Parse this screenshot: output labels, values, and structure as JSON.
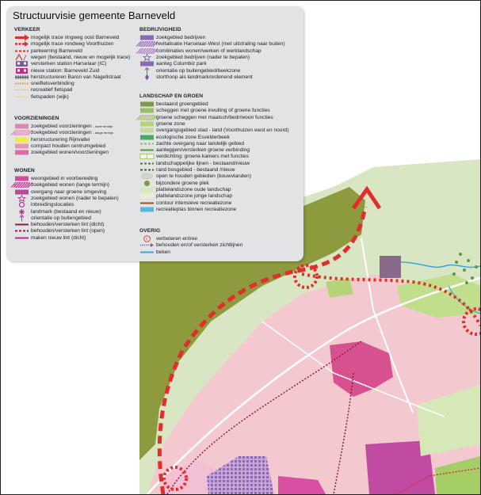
{
  "title": "Structuurvisie gemeente Barneveld",
  "sections": [
    {
      "heading": "VERKEER",
      "items": [
        {
          "label": "mogelijk trace ringweg oost Barneveld",
          "symbol": "arrow-red-icon",
          "color": "#e32d2a"
        },
        {
          "label": "mogelijk trace rondweg Voorthuizen",
          "symbol": "arrow-red-dashed-icon",
          "color": "#e32d2a"
        },
        {
          "label": "parkeerring Barneveld",
          "symbol": "dashed-line-red-icon",
          "color": "#e32d2a"
        },
        {
          "label": "wegen (bestaand, nieuw en mogelijk trace)",
          "symbol": "roads-icon",
          "color": "#c0312e"
        },
        {
          "label": "versterken station Harselaar (IC)",
          "symbol": "station-purple-icon",
          "color": "#7d5a9e"
        },
        {
          "label": "nieuw station: Barneveld Zuid",
          "symbol": "station-magenta-icon",
          "color": "#c2278c"
        },
        {
          "label": "herstructureren Baron van Nagellstraat",
          "symbol": "railway-icon",
          "color": "#555555"
        },
        {
          "label": "snelfietsverbinding",
          "symbol": "dotted-line-orange-icon",
          "color": "#f08a24"
        },
        {
          "label": "recreatief fietspad",
          "symbol": "dotted-line-orange-light-icon",
          "color": "#f5b02e"
        },
        {
          "label": "fietspaden (wijk)",
          "symbol": "dotted-line-orange-small-icon",
          "color": "#f6c75b"
        }
      ]
    },
    {
      "heading": "VOORZIENINGEN",
      "items": [
        {
          "label": "zoekgebied voorzieningen",
          "note": "- korte termijn",
          "symbol": "fill-swatch-icon",
          "color": "#d98ab4"
        },
        {
          "label": "zoekgebied voorzieningen",
          "note": "- lange termijn",
          "symbol": "hatch-swatch-icon",
          "color": "#d98ab4"
        },
        {
          "label": "herstructurering Rijnvallei",
          "symbol": "fill-swatch-icon",
          "color": "#f2ec3d"
        },
        {
          "label": "compact houden centrumgebied",
          "symbol": "fill-swatch-icon",
          "color": "#ea93b9"
        },
        {
          "label": "zoekgebied wonen/voorzieningen",
          "symbol": "fill-swatch-icon",
          "color": "#e06aa6"
        }
      ]
    },
    {
      "heading": "WONEN",
      "items": [
        {
          "label": "woongebied in voorbereiding",
          "symbol": "fill-swatch-icon",
          "color": "#d54aa0"
        },
        {
          "label": "zoekgebied wonen (lange termijn)",
          "symbol": "hatch-swatch-icon",
          "color": "#c2278c"
        },
        {
          "label": "overgang naar groene omgeving",
          "symbol": "fill-swatch-icon",
          "color": "#b04d93"
        },
        {
          "label": "zoekgebied wonen (nader te bepalen)",
          "symbol": "star-icon",
          "color": "#c2278c"
        },
        {
          "label": "inbreidingslocaties",
          "symbol": "circle-icon",
          "color": "#c2278c"
        },
        {
          "label": "landmark (bestaand en nieuw)",
          "symbol": "asterisk-icon",
          "color": "#c2278c"
        },
        {
          "label": "orientatie op buitengebied",
          "symbol": "arrow-up-icon",
          "color": "#c2278c"
        },
        {
          "label": "behouden/versterken lint (dicht)",
          "symbol": "line-dark-red-icon",
          "color": "#8b1f3d"
        },
        {
          "label": "behouden/versterken lint (open)",
          "symbol": "dashed-line-dark-red-icon",
          "color": "#8b1f3d"
        },
        {
          "label": "maken nieuw lint (dicht)",
          "symbol": "line-magenta-icon",
          "color": "#c2278c"
        }
      ]
    },
    {
      "heading": "BEDRIJVIGHEID",
      "items": [
        {
          "label": "zoekgebied bedrijven",
          "symbol": "fill-swatch-icon",
          "color": "#8c6ab2"
        },
        {
          "label": "revitalisatie Harselaar-West (met uitstraling naar buiten)",
          "symbol": "hatch-swatch-icon",
          "color": "#8c6ab2"
        },
        {
          "label": "combinaties wonen/werken of werklandschap",
          "symbol": "hatch-swatch-icon",
          "color": "#a878c6"
        },
        {
          "label": "zoekgebied bedrijven (nader te bepalen)",
          "symbol": "star-icon",
          "color": "#7d5a9e"
        },
        {
          "label": "aanleg Columbiz park",
          "symbol": "label-chip-icon",
          "color": "#8c6ab2"
        },
        {
          "label": "orientatie op buitengebied/beekzone",
          "symbol": "arrow-up-icon",
          "color": "#7d5a9e"
        },
        {
          "label": "storthoop als landmark/ordenend element",
          "symbol": "landmark-icon",
          "color": "#7d5a9e"
        }
      ]
    },
    {
      "heading": "LANDSCHAP EN GROEN",
      "items": [
        {
          "label": "bestaand groengebied",
          "symbol": "fill-swatch-icon",
          "color": "#7d9a4a"
        },
        {
          "label": "scheggen met groene invulling of groene functies",
          "symbol": "fill-swatch-icon",
          "color": "#9bbf5c"
        },
        {
          "label": "groene scheggen met maatsch/bedr/woon functies",
          "symbol": "hatch-swatch-icon",
          "color": "#9bbf5c"
        },
        {
          "label": "groene zone",
          "symbol": "fill-swatch-icon",
          "color": "#b7d37a"
        },
        {
          "label": "overgangsgebied stad - land (Voorthuizen west en noord)",
          "symbol": "fill-swatch-icon",
          "color": "#c5da96"
        },
        {
          "label": "ecologische zone Esvelderbeek",
          "symbol": "fill-swatch-icon",
          "color": "#3fae6a"
        },
        {
          "label": "zachte overgang naar landelijk gebied",
          "symbol": "dashed-line-green-icon",
          "color": "#8fc25a"
        },
        {
          "label": "aanleggen/versterken groene verbinding",
          "symbol": "line-green-icon",
          "color": "#5a9a3a"
        },
        {
          "label": "verdichting; groene kamers met functies",
          "symbol": "grid-swatch-icon",
          "color": "#9bbf5c"
        },
        {
          "label": "landschappelijke lijnen - bestaand/nieuw",
          "symbol": "dashed-line-dark-green-icon",
          "color": "#4f7a2e"
        },
        {
          "label": "rand bosgebied - bestaand /nieuw",
          "symbol": "dashed-line-dark-green-icon",
          "color": "#3d6324"
        },
        {
          "label": "open te houden gebieden (bouwvlanden)",
          "symbol": "ellipse-icon",
          "color": "#d6d6c8"
        },
        {
          "label": "bijzondere groene plek",
          "symbol": "circle-green-icon",
          "color": "#7d9a4a"
        },
        {
          "label": "plattelandszone oude landschap",
          "symbol": "fill-swatch-icon",
          "color": "#d9e8b8"
        },
        {
          "label": "plattelandszone jonge landschap",
          "symbol": "fill-swatch-icon",
          "color": "#e6efcf"
        },
        {
          "label": "contour intensieve recreatiezone",
          "symbol": "line-brown-icon",
          "color": "#8b5a2b"
        },
        {
          "label": "recreatieplas binnen recreatiezone",
          "symbol": "fill-swatch-icon",
          "color": "#56b7e0"
        }
      ]
    },
    {
      "heading": "OVERIG",
      "items": [
        {
          "label": "verbeteren entree",
          "symbol": "circle-e-icon",
          "color": "#e32d2a"
        },
        {
          "label": "behouden en/of versterken zichtlijnen",
          "symbol": "arrow-dotted-icon",
          "color": "#7d5a9e"
        },
        {
          "label": "beken",
          "symbol": "line-blue-icon",
          "color": "#3aa7dc"
        }
      ]
    }
  ]
}
